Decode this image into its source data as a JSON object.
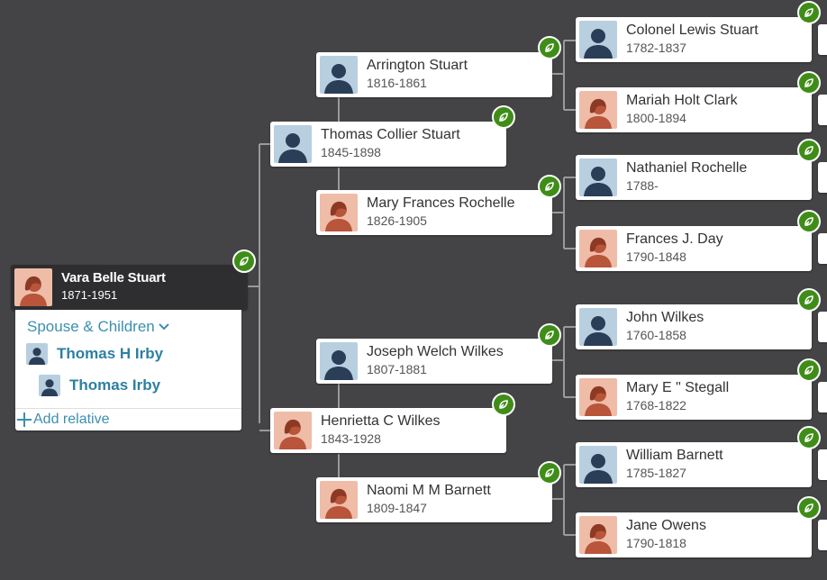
{
  "colors": {
    "background": "#444446",
    "male_avatar": "#b8cfe0",
    "female_avatar": "#efbca8",
    "hint_badge": "#3f8d18",
    "link": "#2d7fa3"
  },
  "focus_person": {
    "name": "Vara Belle Stuart",
    "dates": "1871-1951",
    "icon": "female-silhouette-icon"
  },
  "family_panel": {
    "spouse_children_label": "Spouse & Children",
    "spouses": [
      {
        "name": "Thomas H Irby"
      },
      {
        "name": "Thomas Irby"
      }
    ],
    "add_relative_label": "Add relative"
  },
  "parents": [
    {
      "name": "Thomas Collier Stuart",
      "dates": "1845-1898",
      "gender": "male"
    },
    {
      "name": "Henrietta C Wilkes",
      "dates": "1843-1928",
      "gender": "female"
    }
  ],
  "grandparents": [
    {
      "name": "Arrington Stuart",
      "dates": "1816-1861",
      "gender": "male"
    },
    {
      "name": "Mary Frances Rochelle",
      "dates": "1826-1905",
      "gender": "female"
    },
    {
      "name": "Joseph Welch Wilkes",
      "dates": "1807-1881",
      "gender": "male"
    },
    {
      "name": "Naomi M M Barnett",
      "dates": "1809-1847",
      "gender": "female"
    }
  ],
  "great_grandparents": [
    {
      "name": "Colonel Lewis Stuart",
      "dates": "1782-1837",
      "gender": "male"
    },
    {
      "name": "Mariah Holt Clark",
      "dates": "1800-1894",
      "gender": "female"
    },
    {
      "name": "Nathaniel Rochelle",
      "dates": "1788-",
      "gender": "male"
    },
    {
      "name": "Frances J. Day",
      "dates": "1790-1848",
      "gender": "female"
    },
    {
      "name": "John Wilkes",
      "dates": "1760-1858",
      "gender": "male"
    },
    {
      "name": "Mary E \" Stegall",
      "dates": "1768-1822",
      "gender": "female"
    },
    {
      "name": "William Barnett",
      "dates": "1785-1827",
      "gender": "male"
    },
    {
      "name": "Jane Owens",
      "dates": "1790-1818",
      "gender": "female"
    }
  ]
}
